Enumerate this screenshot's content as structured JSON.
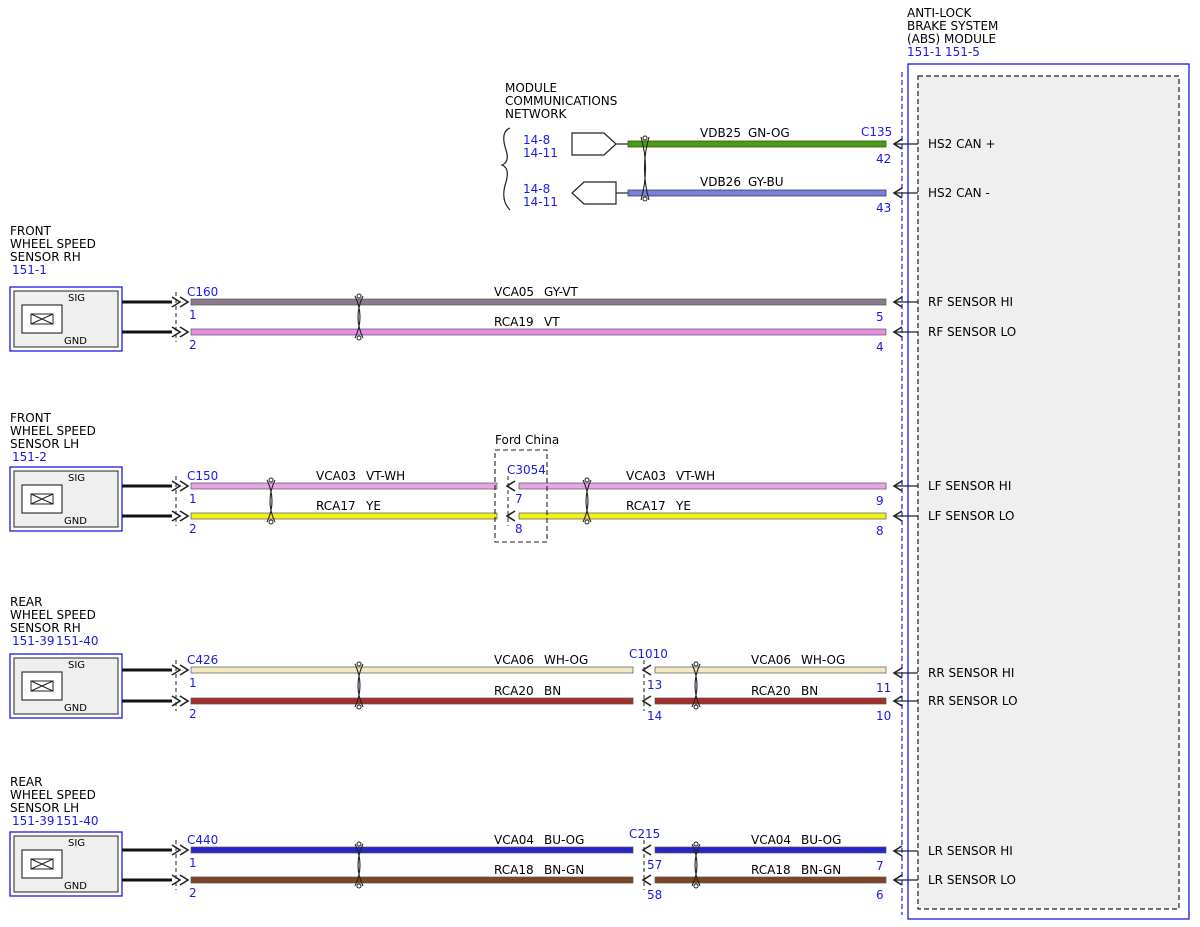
{
  "colors": {
    "ref_blue": "#1a1ae6",
    "gn_og": "#4f9a18",
    "gy_bu": "#7a7fcf",
    "gy_vt": "#8a7a8e",
    "vt": "#e98be8",
    "vt_wh": "#e7a7e6",
    "ye": "#f1f11a",
    "wh_og": "#f3e9c0",
    "bn": "#a42f2a",
    "bu_og": "#2626c8",
    "bn_gn": "#7e4523",
    "module_fill": "#efefef"
  },
  "module": {
    "title_lines": [
      "ANTI-LOCK",
      "BRAKE SYSTEM",
      "(ABS) MODULE"
    ],
    "refs": [
      "151-1",
      "151-5"
    ],
    "connector": "C135",
    "pins": [
      {
        "pin": "42",
        "label": "HS2 CAN +"
      },
      {
        "pin": "43",
        "label": "HS2 CAN -"
      },
      {
        "pin": "5",
        "label": "RF SENSOR HI"
      },
      {
        "pin": "4",
        "label": "RF SENSOR LO"
      },
      {
        "pin": "9",
        "label": "LF SENSOR HI"
      },
      {
        "pin": "8",
        "label": "LF SENSOR LO"
      },
      {
        "pin": "11",
        "label": "RR SENSOR HI"
      },
      {
        "pin": "10",
        "label": "RR SENSOR LO"
      },
      {
        "pin": "7",
        "label": "LR SENSOR HI"
      },
      {
        "pin": "6",
        "label": "LR SENSOR LO"
      }
    ]
  },
  "network": {
    "title_lines": [
      "MODULE",
      "COMMUNICATIONS",
      "NETWORK"
    ],
    "refs_a": [
      "14-8",
      "14-11"
    ],
    "refs_b": [
      "14-8",
      "14-11"
    ],
    "wires": [
      {
        "circuit": "VDB25",
        "color": "GN-OG"
      },
      {
        "circuit": "VDB26",
        "color": "GY-BU"
      }
    ]
  },
  "sensors": [
    {
      "title_lines": [
        "FRONT",
        "WHEEL SPEED",
        "SENSOR RH"
      ],
      "refs": [
        "151-1"
      ],
      "pin_labels": [
        "SIG",
        "GND"
      ],
      "connector": "C160",
      "connector_pins": [
        "1",
        "2"
      ],
      "wires": [
        {
          "circuit": "VCA05",
          "color": "GY-VT"
        },
        {
          "circuit": "RCA19",
          "color": "VT"
        }
      ]
    },
    {
      "title_lines": [
        "FRONT",
        "WHEEL SPEED",
        "SENSOR LH"
      ],
      "refs": [
        "151-2"
      ],
      "pin_labels": [
        "SIG",
        "GND"
      ],
      "connector": "C150",
      "connector_pins": [
        "1",
        "2"
      ],
      "inline_option": "Ford China",
      "inline_connector": "C3054",
      "inline_pins": [
        "7",
        "8"
      ],
      "wires": [
        {
          "circuit": "VCA03",
          "color": "VT-WH"
        },
        {
          "circuit": "RCA17",
          "color": "YE"
        }
      ],
      "wires_after": [
        {
          "circuit": "VCA03",
          "color": "VT-WH"
        },
        {
          "circuit": "RCA17",
          "color": "YE"
        }
      ]
    },
    {
      "title_lines": [
        "REAR",
        "WHEEL SPEED",
        "SENSOR RH"
      ],
      "refs": [
        "151-39",
        "151-40"
      ],
      "pin_labels": [
        "SIG",
        "GND"
      ],
      "connector": "C426",
      "connector_pins": [
        "1",
        "2"
      ],
      "inline_connector": "C1010",
      "inline_pins": [
        "13",
        "14"
      ],
      "wires": [
        {
          "circuit": "VCA06",
          "color": "WH-OG"
        },
        {
          "circuit": "RCA20",
          "color": "BN"
        }
      ],
      "wires_after": [
        {
          "circuit": "VCA06",
          "color": "WH-OG"
        },
        {
          "circuit": "RCA20",
          "color": "BN"
        }
      ]
    },
    {
      "title_lines": [
        "REAR",
        "WHEEL SPEED",
        "SENSOR LH"
      ],
      "refs": [
        "151-39",
        "151-40"
      ],
      "pin_labels": [
        "SIG",
        "GND"
      ],
      "connector": "C440",
      "connector_pins": [
        "1",
        "2"
      ],
      "inline_connector": "C215",
      "inline_pins": [
        "57",
        "58"
      ],
      "wires": [
        {
          "circuit": "VCA04",
          "color": "BU-OG"
        },
        {
          "circuit": "RCA18",
          "color": "BN-GN"
        }
      ],
      "wires_after": [
        {
          "circuit": "VCA04",
          "color": "BU-OG"
        },
        {
          "circuit": "RCA18",
          "color": "BN-GN"
        }
      ]
    }
  ]
}
